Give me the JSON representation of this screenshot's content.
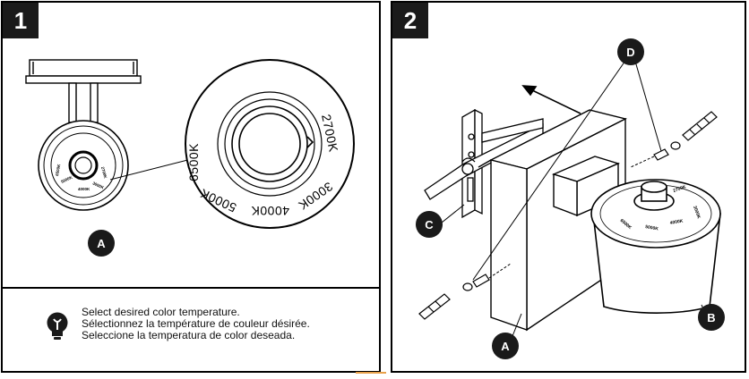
{
  "steps": [
    {
      "number": "1"
    },
    {
      "number": "2"
    }
  ],
  "callouts": {
    "a": "A",
    "b": "B",
    "c": "C",
    "d": "D"
  },
  "dial": {
    "t2700": "2700K",
    "t3000": "3000K",
    "t4000": "4000K",
    "t5000": "5000K",
    "t6500": "6500K"
  },
  "note": {
    "icon": "lightbulb-icon",
    "line_en": "Select desired color temperature.",
    "line_fr": "Sélectionnez la température de couleur désirée.",
    "line_es": "Seleccione la temperatura de color deseada."
  }
}
